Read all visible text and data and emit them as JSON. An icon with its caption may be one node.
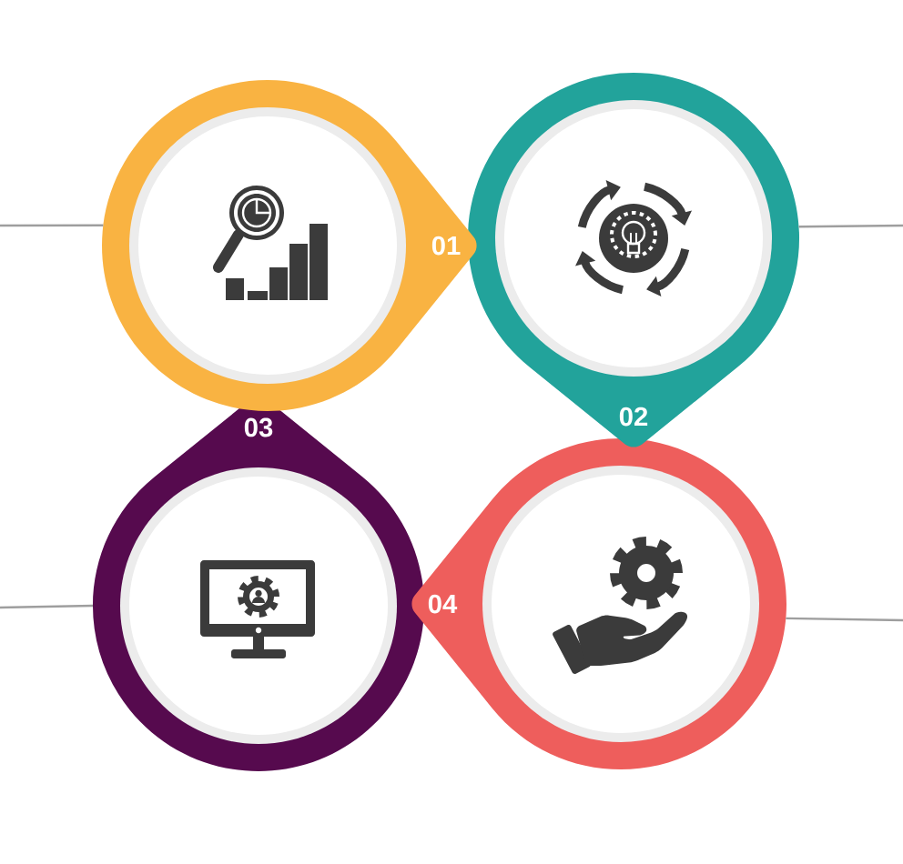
{
  "diagram": {
    "nodes": [
      {
        "text": [
          "01"
        ]
      },
      {
        "text": [
          "02"
        ]
      },
      {
        "text": [
          "03"
        ]
      },
      {
        "text": [
          "04"
        ]
      }
    ],
    "edges": [
      {
        "from": 0,
        "to": null,
        "arrow": "none"
      },
      {
        "from": 1,
        "to": null,
        "arrow": "none"
      },
      {
        "from": 2,
        "to": null,
        "arrow": "none"
      },
      {
        "from": 3,
        "to": null,
        "arrow": "none"
      }
    ]
  }
}
